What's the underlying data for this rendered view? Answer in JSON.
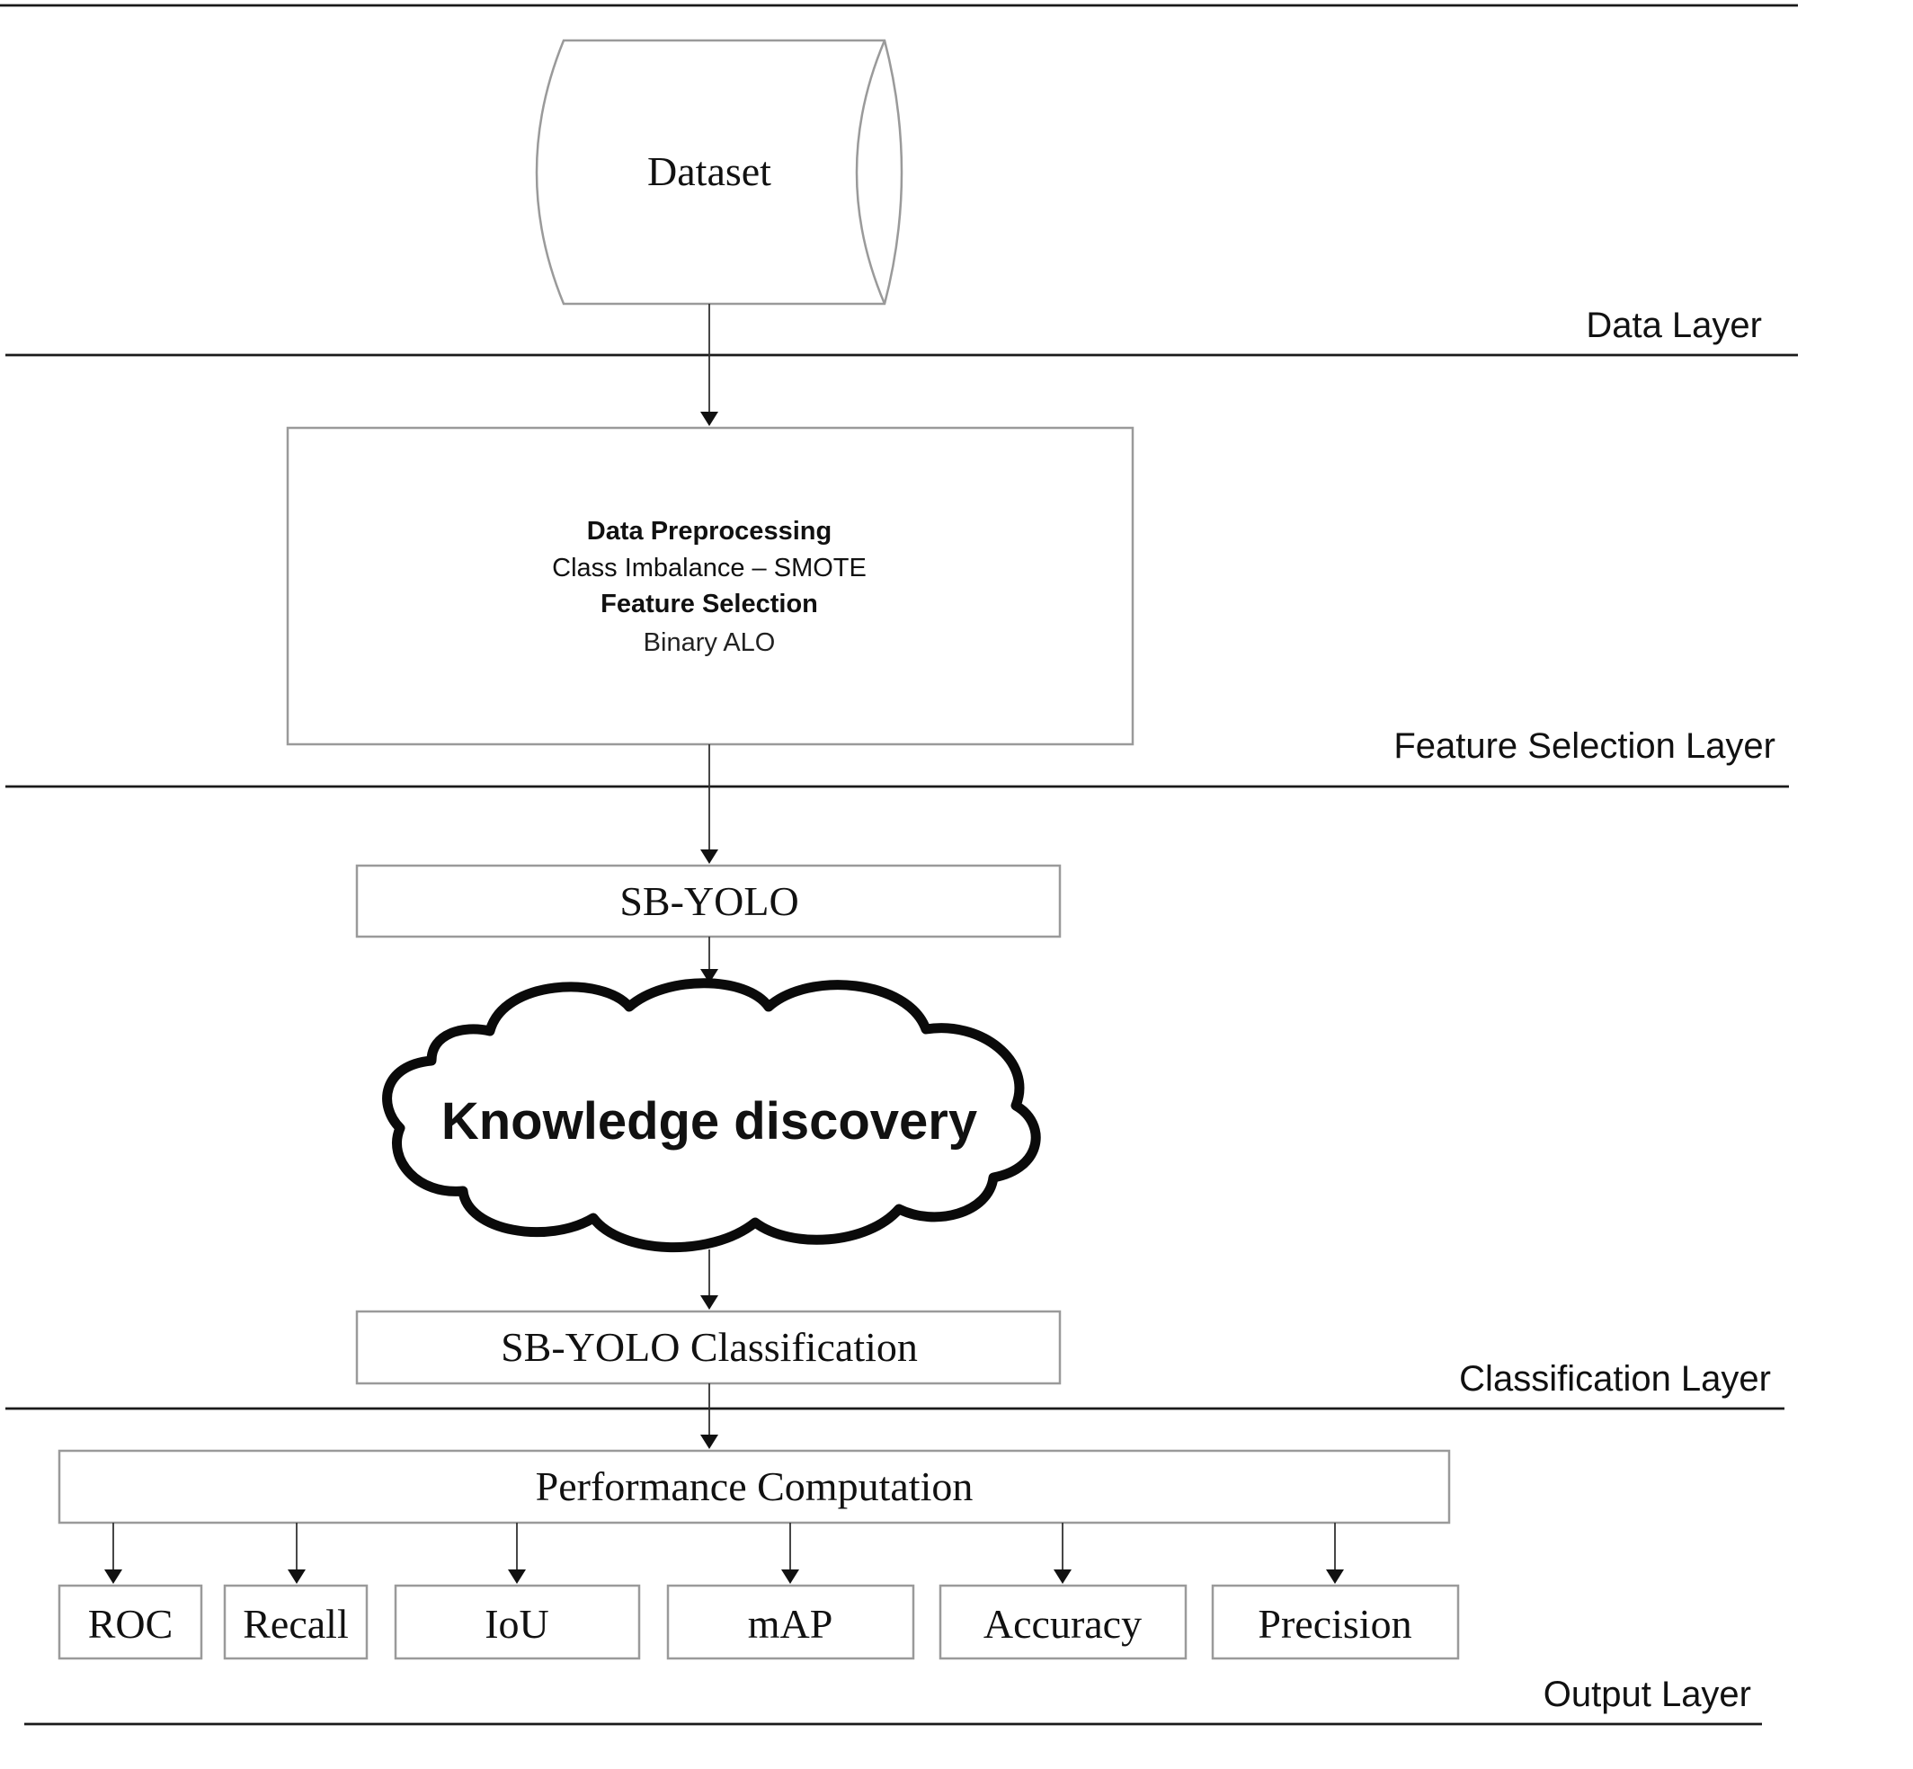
{
  "data_layer": {
    "dataset_label": "Dataset",
    "layer_label": "Data Layer"
  },
  "feature_selection_layer": {
    "preprocessing_title": "Data Preprocessing",
    "imbalance_line": "Class Imbalance – SMOTE",
    "feature_selection_title": "Feature Selection",
    "method_line": "Binary ALO",
    "layer_label": "Feature Selection Layer"
  },
  "classification_layer": {
    "model_label": "SB-YOLO",
    "knowledge_label": "Knowledge discovery",
    "classification_label": "SB-YOLO Classification",
    "layer_label": "Classification Layer"
  },
  "output_layer": {
    "performance_label": "Performance Computation",
    "metrics": [
      "ROC",
      "Recall",
      "IoU",
      "mAP",
      "Accuracy",
      "Precision"
    ],
    "layer_label": "Output Layer"
  }
}
